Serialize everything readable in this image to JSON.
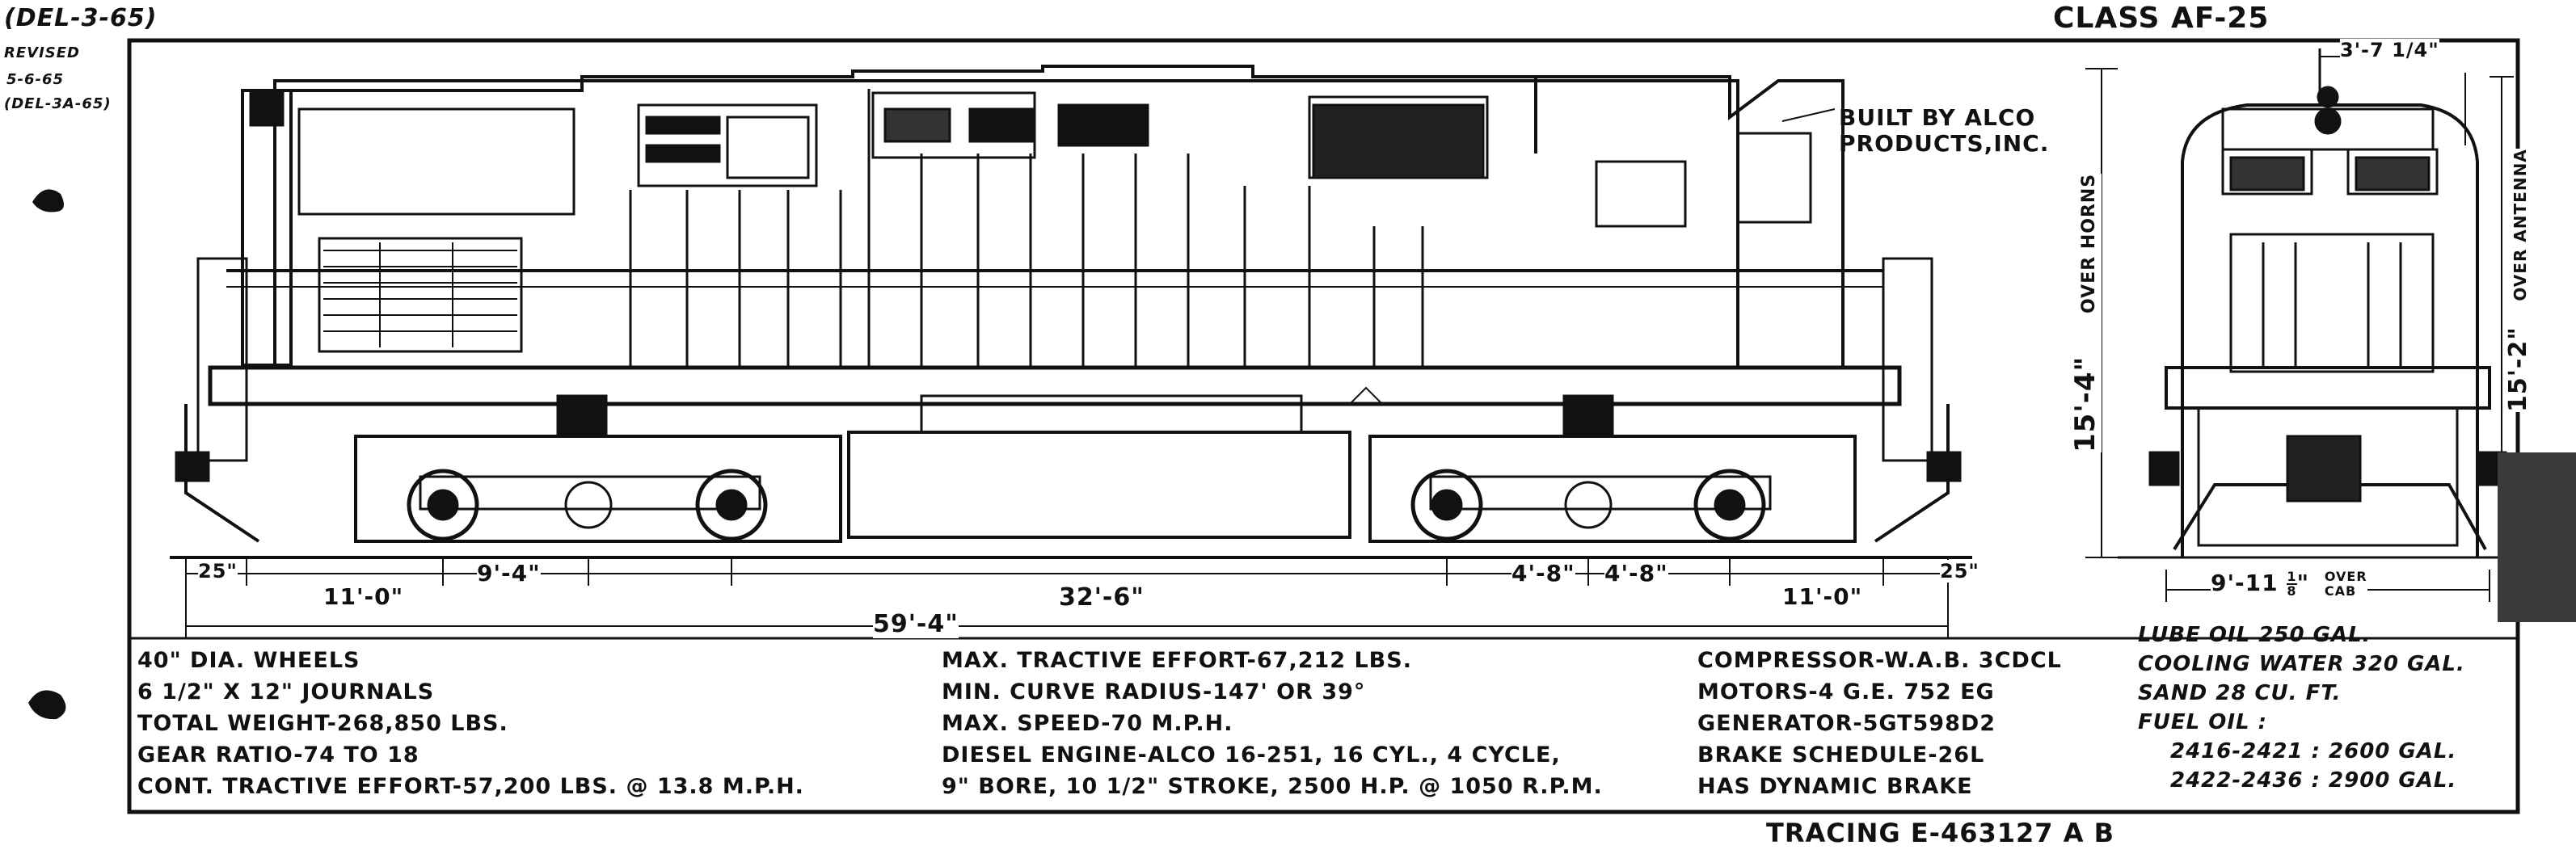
{
  "corner_notes": {
    "line1": "(DEL-3-65)",
    "line2": "REVISED",
    "line3": "5-6-65",
    "line4": "(DEL-3A-65)"
  },
  "class_label": "CLASS AF-25",
  "builder_note": "BUILT BY ALCO PRODUCTS, INC.",
  "builder_lines": [
    "BUILT BY ALCO",
    "PRODUCTS,INC."
  ],
  "side_dimensions": {
    "front_overhang": "25\"",
    "truck_center_left": "11'-0\"",
    "axle_spacing_left": "9'-4\"",
    "truck_centers": "32'-6\"",
    "axle_spacing_right_a": "4'-8\"",
    "axle_spacing_right_b": "4'-8\"",
    "truck_center_right": "11'-0\"",
    "rear_overhang": "25\"",
    "overall_length": "59'-4\"",
    "height_over_horns": "15'-4\" OVER HORNS",
    "height_value": "15'-4\"",
    "height_caption": "OVER HORNS"
  },
  "end_dimensions": {
    "top_width": "3'-7 1/4\"",
    "width_over_cab": "9'-11 1/8\" OVER CAB",
    "width_value": "9'-11",
    "width_frac_num": "1",
    "width_frac_den": "8",
    "width_caption_a": "OVER",
    "width_caption_b": "CAB",
    "height_over_antenna": "15'-2\" OVER ANTENNA",
    "height_value": "15'-2\"",
    "height_caption": "OVER ANTENNA"
  },
  "specs_col1": [
    "40\" DIA. WHEELS",
    "6 1/2\" X 12\" JOURNALS",
    "TOTAL WEIGHT-268,850 LBS.",
    "GEAR RATIO-74 TO 18",
    "CONT. TRACTIVE EFFORT-57,200 LBS. @ 13.8 M.P.H."
  ],
  "specs_col2": [
    "MAX. TRACTIVE EFFORT-67,212 LBS.",
    "MIN. CURVE RADIUS-147' OR 39°",
    "MAX. SPEED-70 M.P.H.",
    "DIESEL ENGINE-ALCO 16-251, 16 CYL., 4 CYCLE,",
    "9\" BORE, 10 1/2\" STROKE, 2500 H.P. @ 1050 R.P.M."
  ],
  "specs_col3": [
    "COMPRESSOR-W.A.B. 3CDCL",
    "MOTORS-4 G.E. 752 EG",
    "GENERATOR-5GT598D2",
    "BRAKE SCHEDULE-26L",
    "HAS DYNAMIC BRAKE"
  ],
  "specs_col4": [
    "LUBE OIL   250 GAL.",
    "COOLING WATER 320 GAL.",
    "SAND        28 CU. FT.",
    "FUEL OIL :",
    "2416-2421 : 2600 GAL.",
    "2422-2436 : 2900 GAL."
  ],
  "tracing_label": "TRACING E-463127 A B"
}
